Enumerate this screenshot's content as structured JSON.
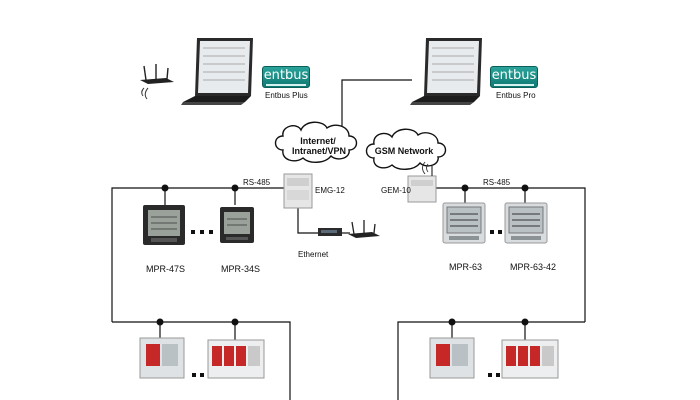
{
  "software": {
    "left": {
      "brand": "entbus",
      "caption": "Entbus Plus"
    },
    "right": {
      "brand": "entbus",
      "caption": "Entbus Pro"
    }
  },
  "network": {
    "internet_line1": "Internet/",
    "internet_line2": "Intranet/VPN",
    "gsm": "GSM Network"
  },
  "bus": {
    "left": "RS-485",
    "right": "RS-485"
  },
  "gateways": {
    "emg": "EMG-12",
    "gem": "GEM-10",
    "ethernet": "Ethernet"
  },
  "devices": {
    "mpr47s": "MPR-47S",
    "mpr34s": "MPR-34S",
    "mpr63": "MPR-63",
    "mpr6342": "MPR-63-42"
  }
}
